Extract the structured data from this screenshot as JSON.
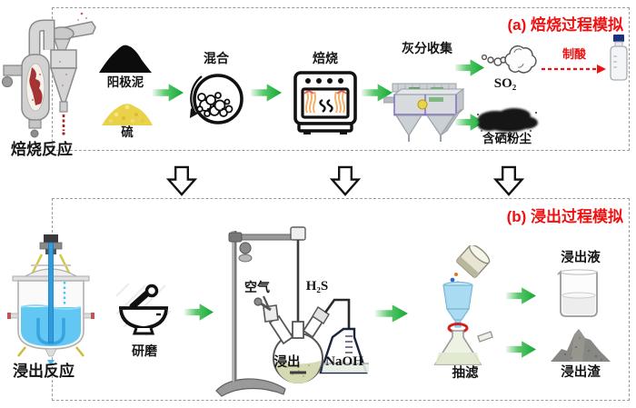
{
  "section_a": {
    "title": "(a) 焙烧过程模拟",
    "reactor_label": "焙烧反应",
    "anode_slime_label": "阳极泥",
    "sulfur_label": "硫",
    "mixing_label": "混合",
    "roasting_label": "焙烧",
    "ash_collection_label": "灰分收集",
    "so2_label": "SO₂",
    "acid_making_label": "制酸",
    "se_dust_label": "含硒粉尘"
  },
  "section_b": {
    "title": "(b) 浸出过程模拟",
    "reactor_label": "浸出反应",
    "grinding_label": "研磨",
    "air_label": "空气",
    "h2s_label": "H₂S",
    "naoh_label": "NaOH",
    "leaching_label": "浸出",
    "filtration_label": "抽滤",
    "leachate_label": "浸出液",
    "residue_label": "浸出渣"
  },
  "colors": {
    "flow_arrow_green": "#12a733",
    "annotation_red": "#ee1111",
    "box_border_gray": "#9c9c9c",
    "liquid_blue": "#62c7f2",
    "sulfur_yellow": "#e9d24a"
  },
  "icons": [
    "roasting-furnace",
    "anode-slime-pile",
    "sulfur-pile",
    "ball-mill",
    "roasting-oven",
    "bag-filter",
    "so2-cloud",
    "acid-bottle",
    "selenium-dust",
    "glass-reactor",
    "mortar-pestle",
    "retort-stand-flask",
    "naoh-flask",
    "suction-filtration",
    "leachate-beaker",
    "residue-pile",
    "flow-arrow",
    "down-arrow",
    "acid-dashed-arrow"
  ]
}
